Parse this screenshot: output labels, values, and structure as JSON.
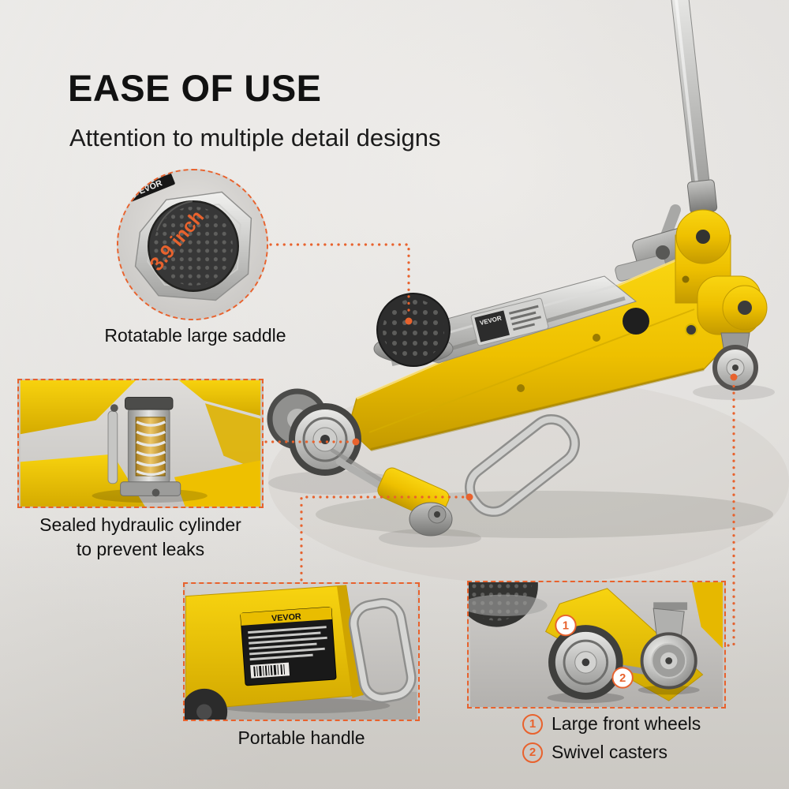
{
  "brand": "VEVOR",
  "header": {
    "title": "EASE OF USE",
    "subtitle": "Attention to multiple detail designs"
  },
  "callouts": {
    "saddle": {
      "badge": "3.9 inch",
      "caption": "Rotatable large saddle"
    },
    "cylinder": {
      "caption_line1": "Sealed hydraulic cylinder",
      "caption_line2": "to prevent leaks"
    },
    "handle": {
      "caption": "Portable handle"
    },
    "wheels": {
      "items": [
        {
          "num": "1",
          "label": "Large front wheels"
        },
        {
          "num": "2",
          "label": "Swivel casters"
        }
      ]
    }
  },
  "colors": {
    "accent": "#E8622D",
    "jack_yellow": "#F2C400",
    "text": "#111111"
  }
}
